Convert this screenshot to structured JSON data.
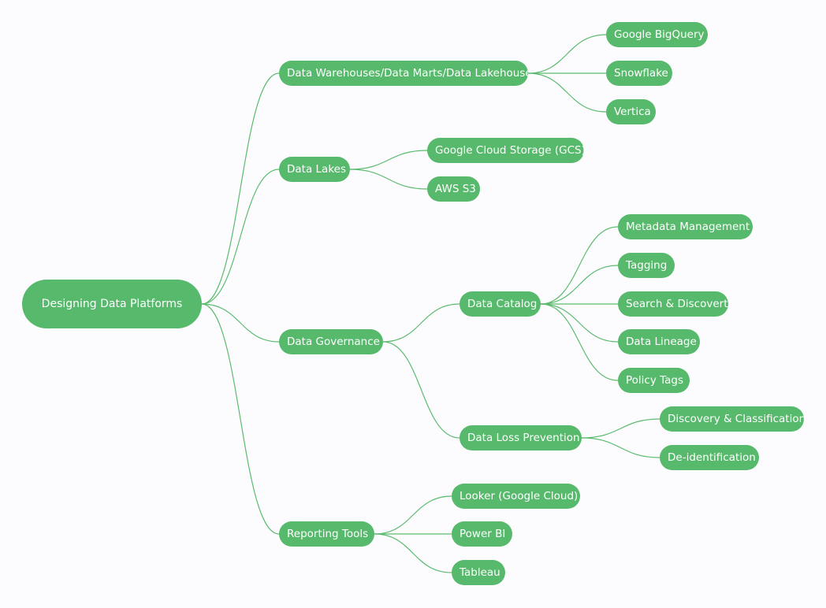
{
  "colors": {
    "node_fill": "#57b96b",
    "edge": "#5cbb6f",
    "text": "#ffffff",
    "background": "#fcfcfe"
  },
  "root": {
    "label": "Designing Data Platforms"
  },
  "branches": [
    {
      "label": "Data Warehouses/Data Marts/Data Lakehouse",
      "children": [
        {
          "label": "Google BigQuery"
        },
        {
          "label": "Snowflake"
        },
        {
          "label": "Vertica"
        }
      ]
    },
    {
      "label": "Data Lakes",
      "children": [
        {
          "label": "Google Cloud Storage (GCS)"
        },
        {
          "label": "AWS S3"
        }
      ]
    },
    {
      "label": "Data Governance",
      "children": [
        {
          "label": "Data Catalog",
          "children": [
            {
              "label": "Metadata Management"
            },
            {
              "label": "Tagging"
            },
            {
              "label": "Search & Discovert"
            },
            {
              "label": "Data Lineage"
            },
            {
              "label": "Policy Tags"
            }
          ]
        },
        {
          "label": "Data Loss Prevention",
          "children": [
            {
              "label": "Discovery & Classification"
            },
            {
              "label": "De-identification"
            }
          ]
        }
      ]
    },
    {
      "label": "Reporting Tools",
      "children": [
        {
          "label": "Looker (Google Cloud)"
        },
        {
          "label": "Power BI"
        },
        {
          "label": "Tableau"
        }
      ]
    }
  ]
}
